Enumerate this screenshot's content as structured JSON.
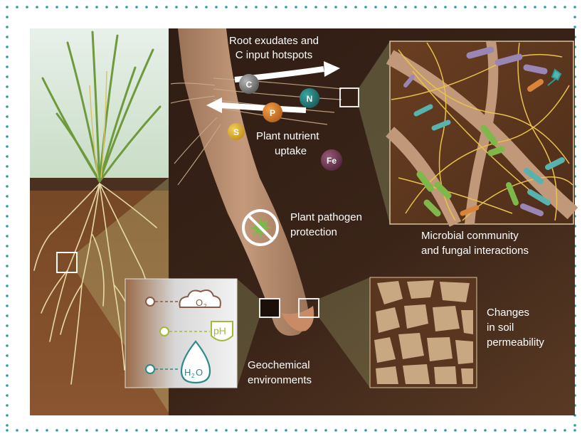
{
  "labels": {
    "exudates_line1": "Root exudates and",
    "exudates_line2": "C input hotspots",
    "uptake_line1": "Plant nutrient",
    "uptake_line2": "uptake",
    "pathogen_line1": "Plant pathogen",
    "pathogen_line2": "protection",
    "microbial_line1": "Microbial community",
    "microbial_line2": "and fungal interactions",
    "permeability_line1": "Changes",
    "permeability_line2": "in soil",
    "permeability_line3": "permeability",
    "geo_line1": "Geochemical",
    "geo_line2": "environments"
  },
  "nutrients": {
    "c": "C",
    "n": "N",
    "p": "P",
    "s": "S",
    "fe": "Fe"
  },
  "icons": {
    "o2_main": "O",
    "o2_sub": "2",
    "ph": "pH",
    "h2o_main": "H",
    "h2o_sub": "2",
    "h2o_end": "O"
  },
  "colors": {
    "border_dots": "#2a9d9a",
    "soil_dark": "#3a2418",
    "root": "#b3896c",
    "sky": "#d9ead6",
    "fungal": "#e8c24a",
    "bacteria_green": "#7fb84a",
    "bacteria_teal": "#57b3ad",
    "bacteria_purple": "#9a86b5"
  }
}
